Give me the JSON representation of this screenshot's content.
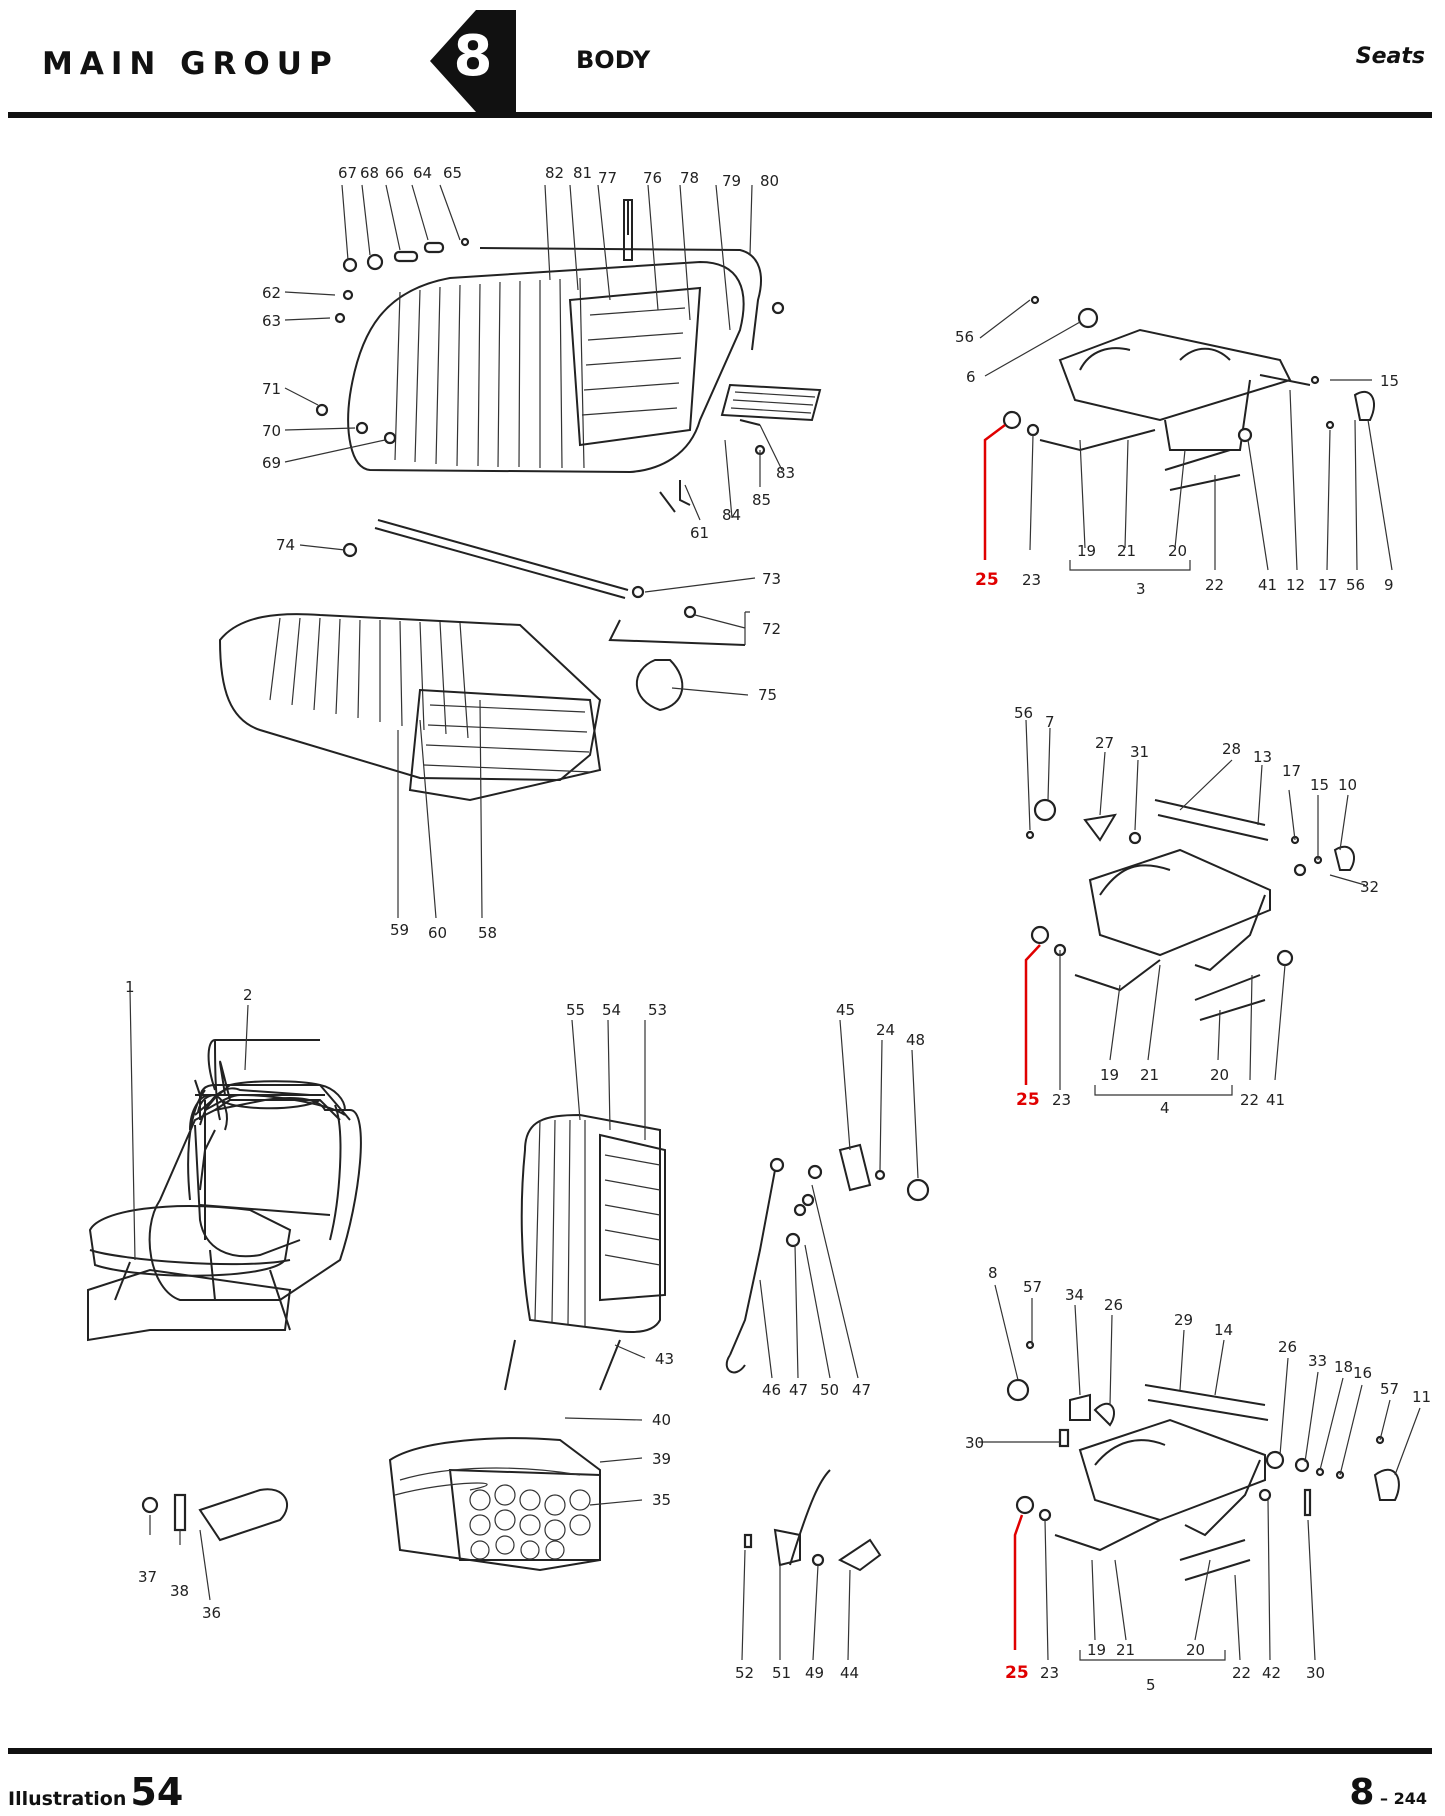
{
  "header": {
    "main_group": "MAIN GROUP",
    "group_number": "8",
    "section": "BODY",
    "subsection": "Seats"
  },
  "footer": {
    "illustration_word": "Illustration",
    "illustration_number": "54",
    "page_main": "8",
    "page_sub": "– 244"
  },
  "highlight_color": "#e00000",
  "callouts": {
    "rear_backrest": [
      "67",
      "68",
      "66",
      "64",
      "65",
      "82",
      "81",
      "77",
      "76",
      "78",
      "79",
      "80",
      "62",
      "63",
      "71",
      "70",
      "69",
      "61",
      "84",
      "85",
      "83"
    ],
    "rear_cushion": [
      "74",
      "73",
      "72",
      "75",
      "59",
      "60",
      "58"
    ],
    "front_seat": [
      "1",
      "2",
      "37",
      "38",
      "36"
    ],
    "front_parts": [
      "55",
      "54",
      "53",
      "43",
      "40",
      "39",
      "35"
    ],
    "adjusters": [
      "45",
      "24",
      "48",
      "46",
      "47",
      "50",
      "47",
      "52",
      "51",
      "49",
      "44"
    ],
    "frame_3": [
      "56",
      "6",
      "15",
      "25",
      "23",
      "19",
      "21",
      "3",
      "20",
      "22",
      "41",
      "12",
      "17",
      "56",
      "9"
    ],
    "frame_4": [
      "56",
      "7",
      "27",
      "31",
      "28",
      "13",
      "17",
      "15",
      "10",
      "32",
      "25",
      "23",
      "19",
      "21",
      "4",
      "20",
      "22",
      "41"
    ],
    "frame_5": [
      "8",
      "57",
      "34",
      "26",
      "29",
      "14",
      "26",
      "33",
      "18",
      "16",
      "57",
      "11",
      "30",
      "25",
      "23",
      "19",
      "21",
      "5",
      "20",
      "22",
      "42",
      "30"
    ]
  }
}
